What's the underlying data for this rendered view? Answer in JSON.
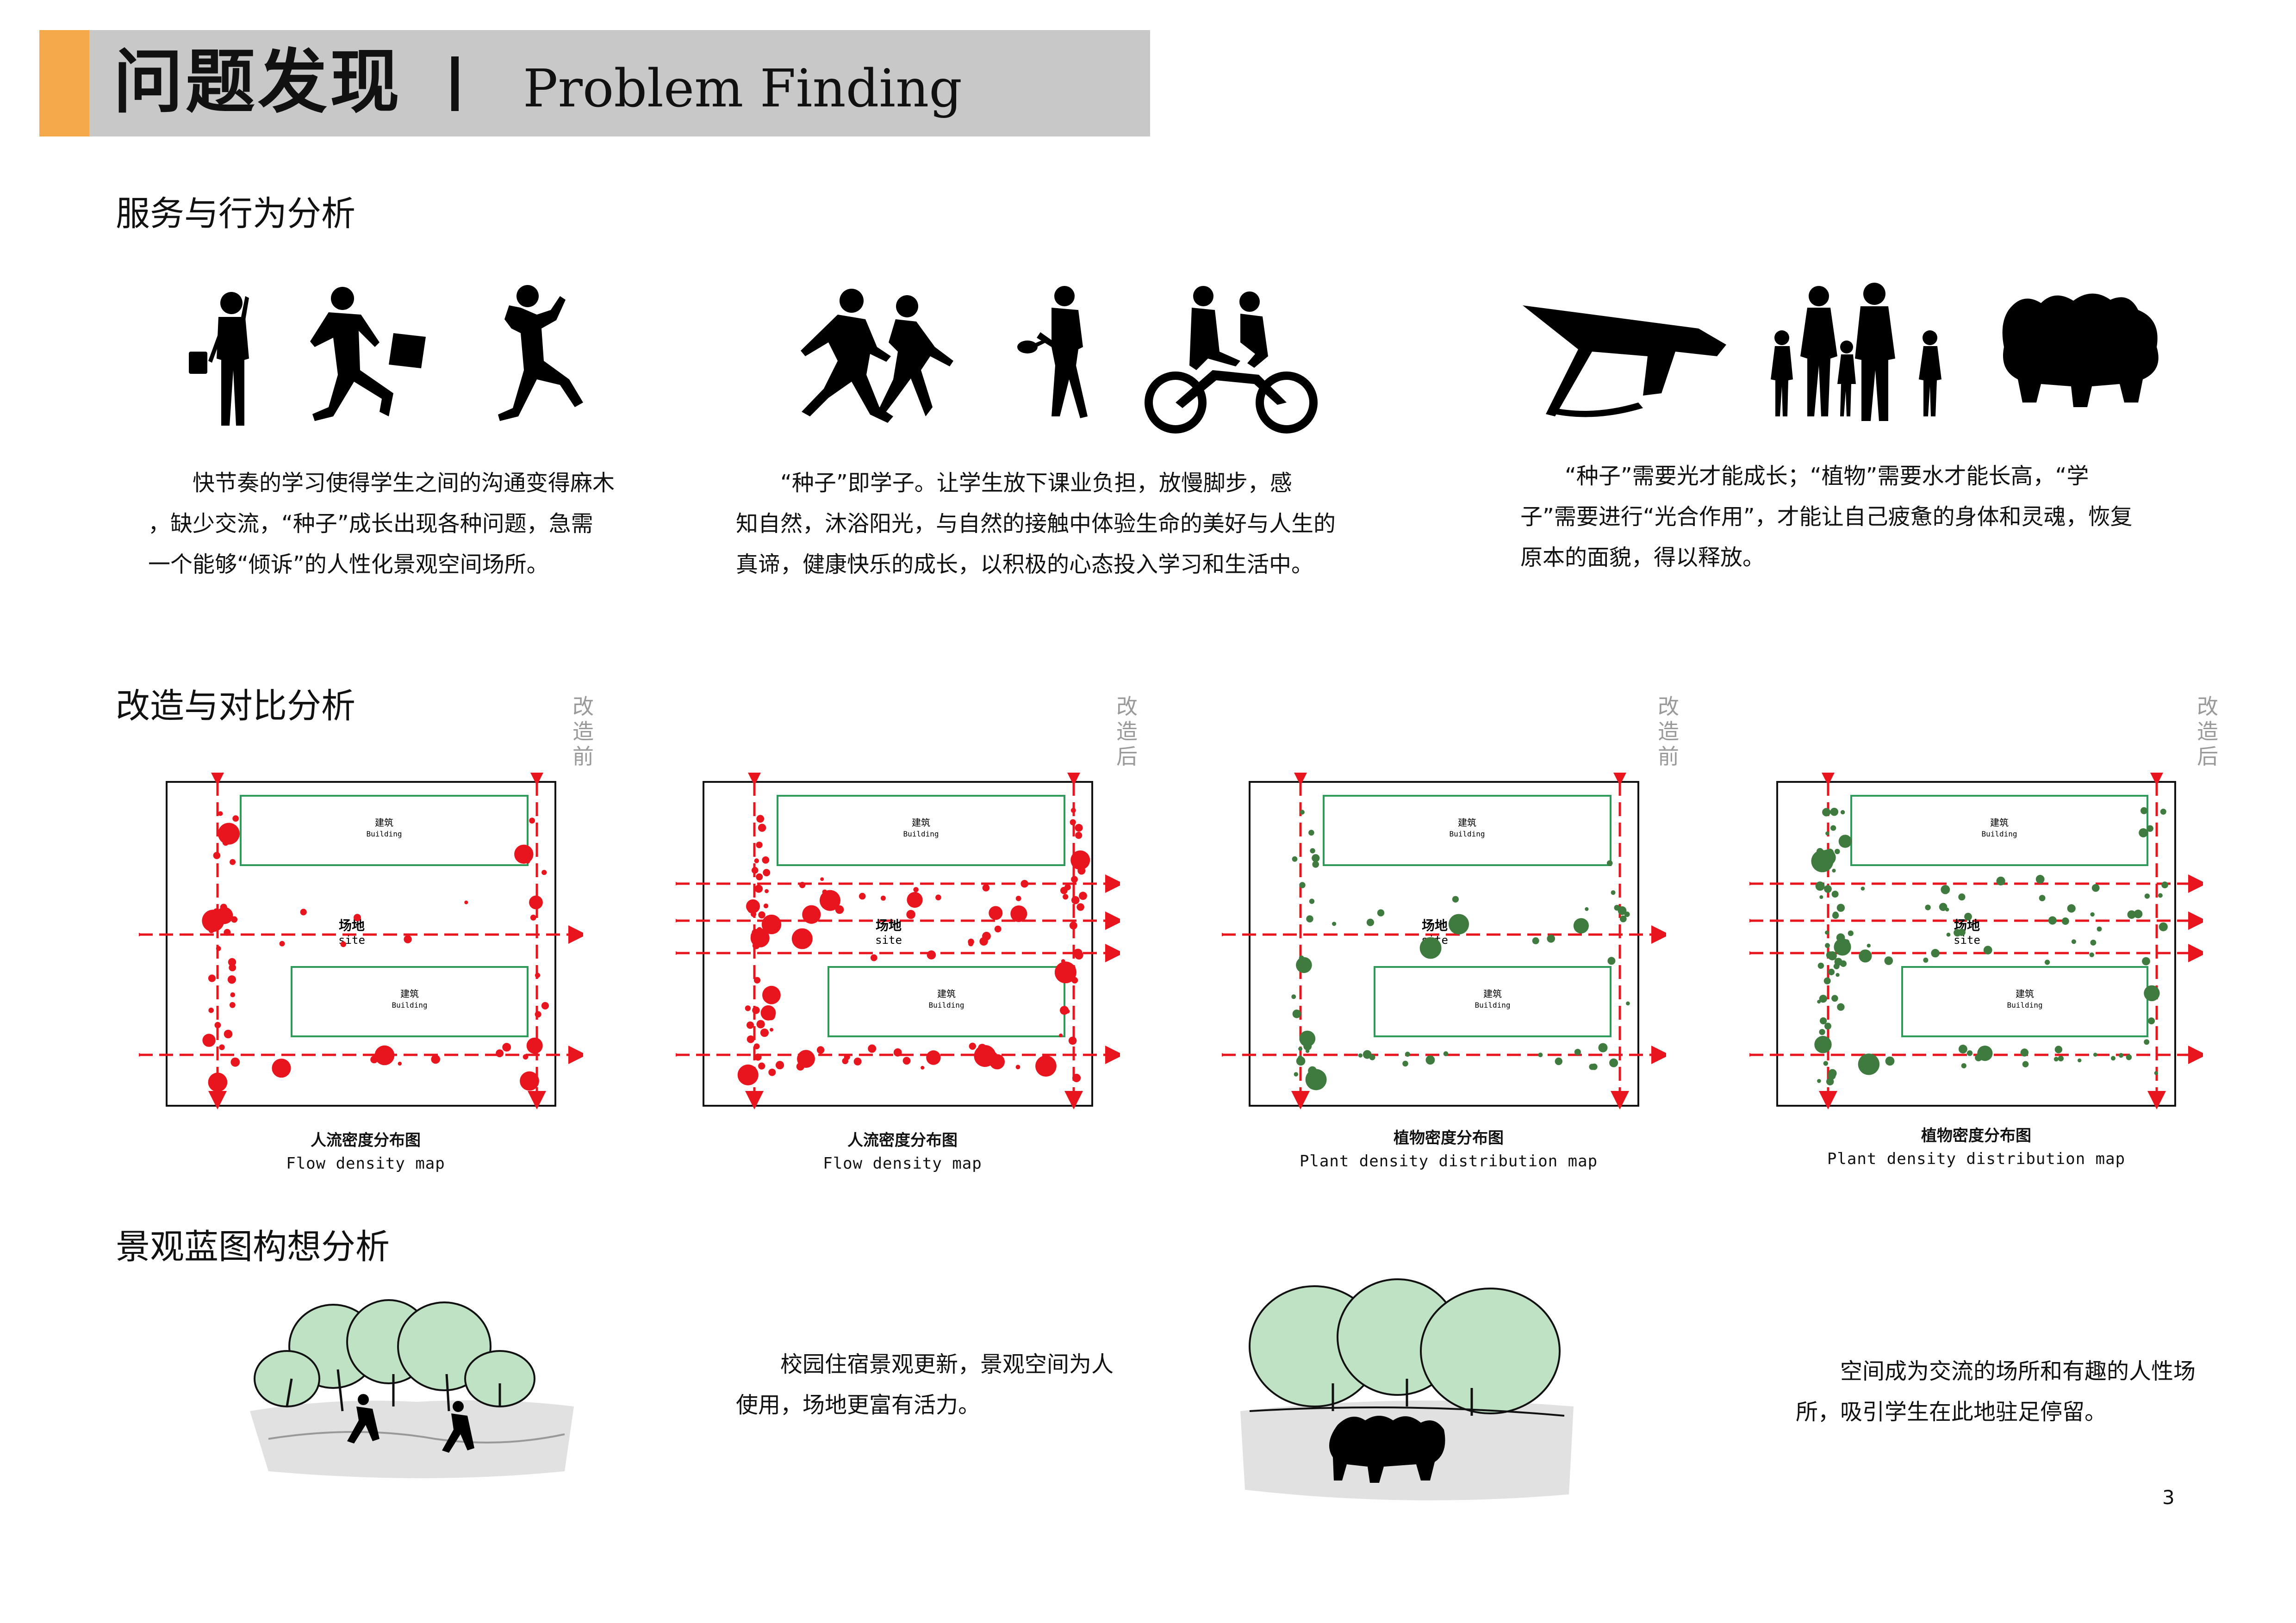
{
  "header": {
    "title_cn": "问题发现",
    "title_en": "Problem Finding",
    "accent_color": "#f5a94a",
    "band_color": "#c8c8c8"
  },
  "sections": {
    "behavior": {
      "title": "服务与行为分析",
      "paragraphs": [
        [
          "　　快节奏的学习使得学生之间的沟通变得麻木",
          "，缺少交流，“种子”成长出现各种问题，急需",
          "一个能够“倾诉”的人性化景观空间场所。"
        ],
        [
          "　　“种子”即学子。让学生放下课业负担，放慢脚步，感",
          "知自然，沐浴阳光，与自然的接触中体验生命的美好与人生的",
          "真谛，健康快乐的成长，以积极的心态投入学习和生活中。"
        ],
        [
          "　　“种子”需要光才能成长；“植物”需要水才能长高，“学",
          "子”需要进行“光合作用”，才能让自己疲惫的身体和灵魂，恢复",
          "原本的面貌，得以释放。"
        ]
      ],
      "silhouette_icons": [
        "businessman-phone-icon",
        "running-businessman-icon",
        "running-man-icon",
        "skaters-icon",
        "tennis-player-icon",
        "cyclists-icon",
        "hammock-icon",
        "family-icon",
        "group-silhouette-icon"
      ]
    },
    "comparison": {
      "title": "改造与对比分析",
      "stage_labels": [
        "改\n造\n前",
        "改\n造\n后",
        "改\n造\n前",
        "改\n造\n后"
      ],
      "maps": [
        {
          "caption_cn": "人流密度分布图",
          "caption_en": "Flow density map",
          "dot_color": "#e8141e",
          "building_label_cn": "建筑",
          "building_label_en": "Building",
          "site_label_cn": "场地",
          "site_label_en": "site",
          "density": "low"
        },
        {
          "caption_cn": "人流密度分布图",
          "caption_en": "Flow density map",
          "dot_color": "#e8141e",
          "building_label_cn": "建筑",
          "building_label_en": "Building",
          "site_label_cn": "场地",
          "site_label_en": "site",
          "density": "high"
        },
        {
          "caption_cn": "植物密度分布图",
          "caption_en": "Plant density distribution map",
          "dot_color": "#3f7a3f",
          "building_label_cn": "建筑",
          "building_label_en": "Building",
          "site_label_cn": "场地",
          "site_label_en": "site",
          "density": "low"
        },
        {
          "caption_cn": "植物密度分布图",
          "caption_en": "Plant density distribution map",
          "dot_color": "#3f7a3f",
          "building_label_cn": "建筑",
          "building_label_en": "Building",
          "site_label_cn": "场地",
          "site_label_en": "site",
          "density": "high"
        }
      ],
      "arrow_color": "#e8141e",
      "building_outline_color": "#2f9a5a"
    },
    "blueprint": {
      "title": "景观蓝图构想分析",
      "paragraphs": [
        [
          "　　校园住宿景观更新，景观空间为人",
          "使用，场地更富有活力。"
        ],
        [
          "　　空间成为交流的场所和有趣的人性场",
          "所，吸引学生在此地驻足停留。"
        ]
      ],
      "sketch_tree_color": "#bfe2c4"
    }
  },
  "page_number": "3"
}
